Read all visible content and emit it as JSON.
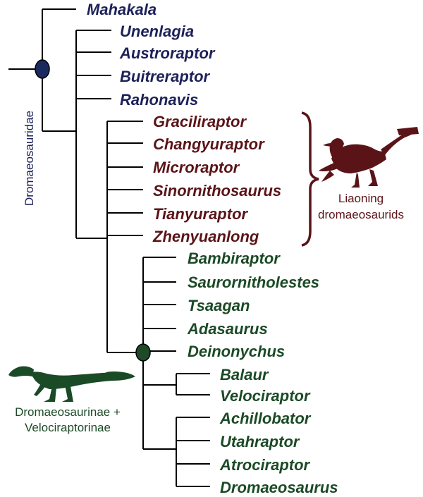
{
  "colors": {
    "outgroup": "#1d2158",
    "liaoning": "#5a1418",
    "derived": "#1b4a26",
    "branch": "#000000",
    "node_root": "#1a2a5e",
    "node_derived": "#1e4a2a"
  },
  "clade_label": "Dromaeosauridae",
  "taxa": {
    "mahakala": "Mahakala",
    "unenlagia": "Unenlagia",
    "austroraptor": "Austroraptor",
    "buitreraptor": "Buitreraptor",
    "rahonavis": "Rahonavis",
    "graciliraptor": "Graciliraptor",
    "changyuraptor": "Changyuraptor",
    "microraptor": "Microraptor",
    "sinornithosaurus": "Sinornithosaurus",
    "tianyuraptor": "Tianyuraptor",
    "zhenyuanlong": "Zhenyuanlong",
    "bambiraptor": "Bambiraptor",
    "saurornitholestes": "Saurornitholestes",
    "tsaagan": "Tsaagan",
    "adasaurus": "Adasaurus",
    "deinonychus": "Deinonychus",
    "balaur": "Balaur",
    "velociraptor": "Velociraptor",
    "achillobator": "Achillobator",
    "utahraptor": "Utahraptor",
    "atrociraptor": "Atrociraptor",
    "dromaeosaurus": "Dromaeosaurus"
  },
  "liaoning_group": {
    "line1": "Liaoning",
    "line2": "dromaeosaurids"
  },
  "derived_group": {
    "line1": "Dromaeosaurinae +",
    "line2": "Velociraptorinae"
  },
  "icons": {
    "microraptor": "microraptor-silhouette-icon",
    "velociraptor": "velociraptor-silhouette-icon"
  }
}
